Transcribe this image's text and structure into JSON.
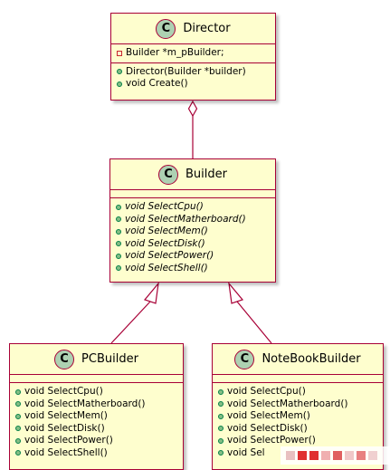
{
  "colors": {
    "class_fill": "#fefece",
    "class_border": "#a80036",
    "arrow": "#a80036",
    "badge_fill": "#add1b2",
    "public_dot": "#84be84",
    "private_marker": "#c82930"
  },
  "classes": {
    "director": {
      "badge": "C",
      "name": "Director",
      "attributes": [
        "Builder *m_pBuilder;"
      ],
      "operations": [
        "Director(Builder *builder)",
        "void Create()"
      ]
    },
    "builder": {
      "badge": "C",
      "name": "Builder",
      "operations": [
        "void SelectCpu()",
        "void SelectMatherboard()",
        "void SelectMem()",
        "void SelectDisk()",
        "void SelectPower()",
        "void SelectShell()"
      ]
    },
    "pcbuilder": {
      "badge": "C",
      "name": "PCBuilder",
      "operations": [
        "void SelectCpu()",
        "void SelectMatherboard()",
        "void SelectMem()",
        "void SelectDisk()",
        "void SelectPower()",
        "void SelectShell()"
      ]
    },
    "notebookbuilder": {
      "badge": "C",
      "name": "NoteBookBuilder",
      "operations": [
        "void SelectCpu()",
        "void SelectMatherboard()",
        "void SelectMem()",
        "void SelectDisk()",
        "void SelectPower()",
        "void Sel"
      ]
    }
  }
}
